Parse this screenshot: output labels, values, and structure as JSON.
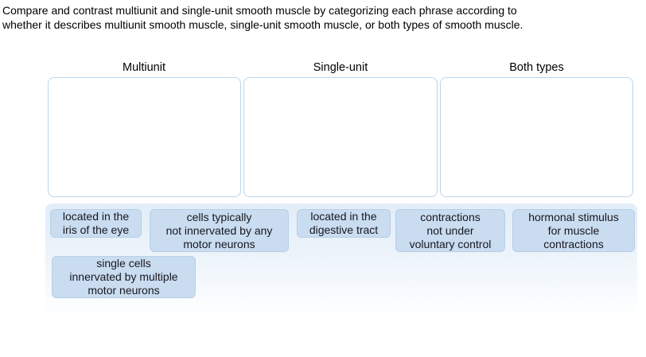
{
  "prompt": {
    "text": "Compare and contrast multiunit and single-unit smooth muscle by categorizing each phrase according to\nwhether it describes multiunit smooth muscle, single-unit smooth muscle, or both types of smooth muscle."
  },
  "bins": [
    {
      "label": "Multiunit"
    },
    {
      "label": "Single-unit"
    },
    {
      "label": "Both types"
    }
  ],
  "chips": [
    {
      "text": "located in the\niris of the eye"
    },
    {
      "text": "cells typically\nnot innervated by any\nmotor neurons"
    },
    {
      "text": "located in the\ndigestive tract"
    },
    {
      "text": "contractions\nnot under\nvoluntary control"
    },
    {
      "text": "hormonal stimulus\nfor muscle\ncontractions"
    },
    {
      "text": "single cells\ninnervated by multiple\nmotor neurons"
    }
  ],
  "colors": {
    "chip_fill": "#c9dcf0",
    "chip_border": "#b7cfe7",
    "dropzone_border": "#b9d6ec",
    "tray_top": "#e2edf8",
    "text": "#000000"
  }
}
